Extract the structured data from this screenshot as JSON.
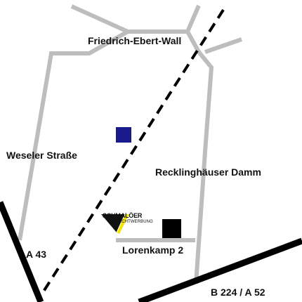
{
  "map": {
    "labels": {
      "friedrich_ebert_wall": "Friedrich-Ebert-Wall",
      "weseler_strasse": "Weseler Straße",
      "recklinghaeuser_damm": "Recklinghäuser Damm",
      "lorenkamp": "Lorenkamp 2",
      "a43": "A 43",
      "b224_a52": "B 224 / A 52"
    },
    "logo": {
      "name": "SCHMALÖER",
      "sub": "LICHTWERBUNG"
    },
    "colors": {
      "road": "#bdbdbd",
      "highway": "#000000",
      "railway": "#000000",
      "marker_blue": "#1a1a8c",
      "marker_black": "#000000",
      "logo_yellow": "#f2e600"
    },
    "markers": [
      "blue-square-marker",
      "black-square-marker"
    ]
  }
}
